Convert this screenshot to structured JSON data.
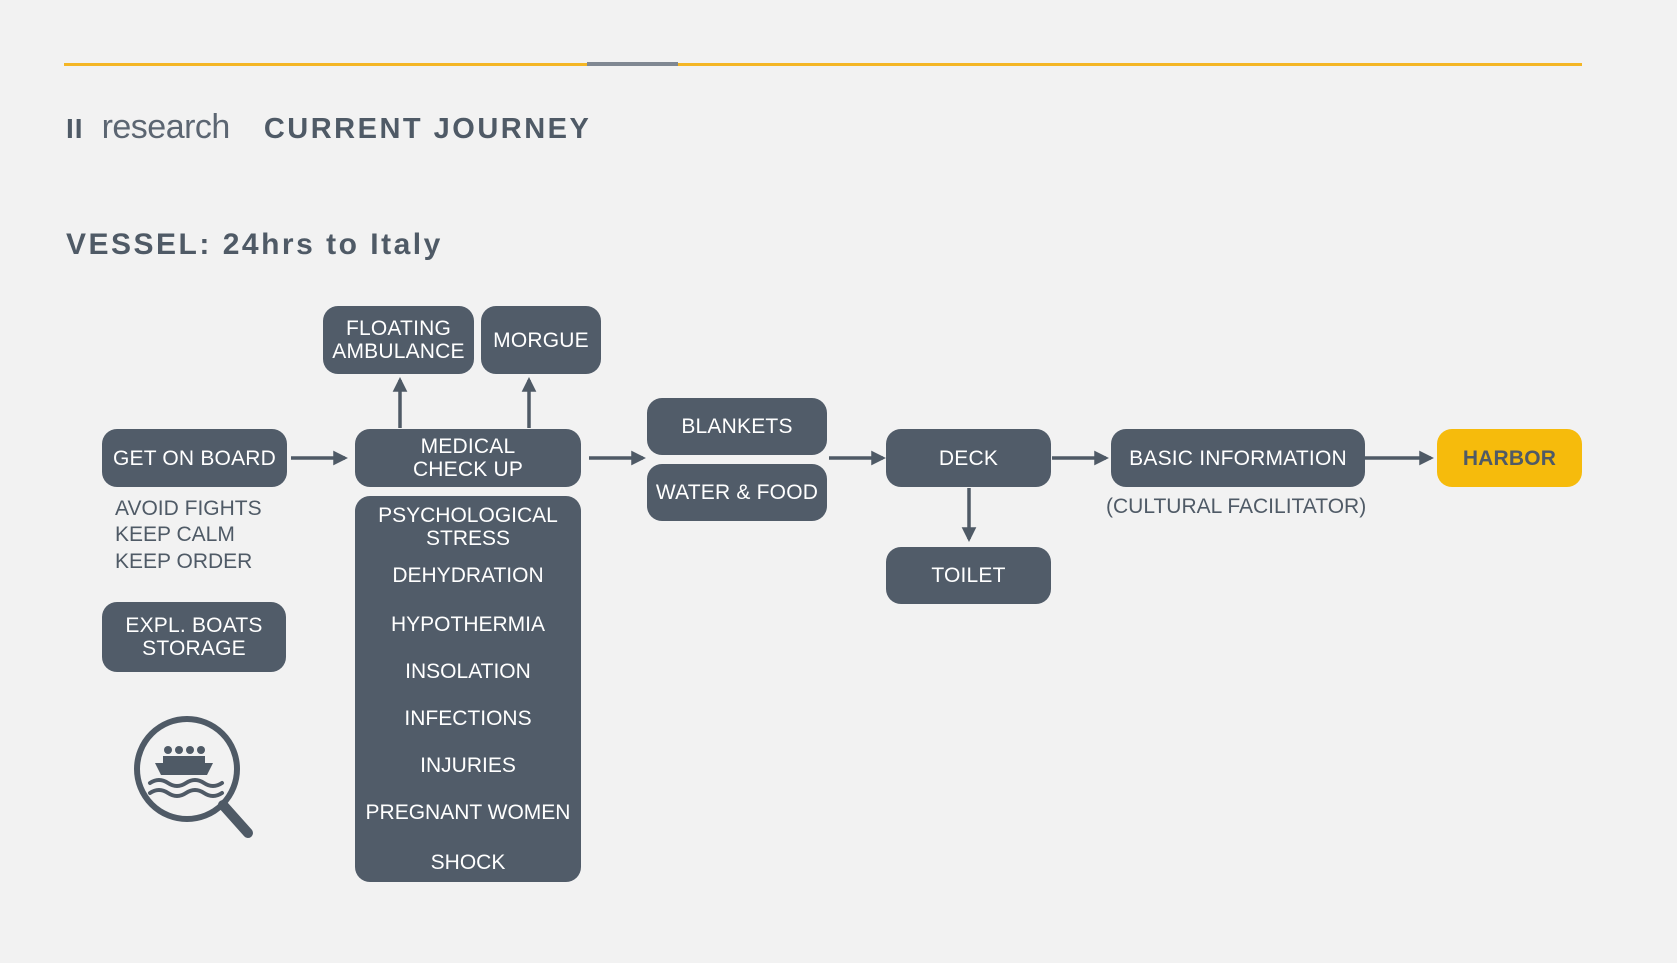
{
  "header": {
    "section_number": "II",
    "section_name": "research",
    "title": "CURRENT JOURNEY"
  },
  "subtitle": "VESSEL: 24hrs to Italy",
  "diagram": {
    "get_on_board": "GET ON BOARD",
    "get_on_board_notes": [
      "AVOID FIGHTS",
      "KEEP CALM",
      "KEEP ORDER"
    ],
    "expl_boats_storage": "EXPL. BOATS\nSTORAGE",
    "medical_check_up": "MEDICAL\nCHECK UP",
    "floating_ambulance": "FLOATING\nAMBULANCE",
    "morgue": "MORGUE",
    "symptoms": [
      "PSYCHOLOGICAL\nSTRESS",
      "DEHYDRATION",
      "HYPOTHERMIA",
      "INSOLATION",
      "INFECTIONS",
      "INJURIES",
      "PREGNANT WOMEN",
      "SHOCK"
    ],
    "blankets": "BLANKETS",
    "water_food": "WATER & FOOD",
    "deck": "DECK",
    "toilet": "TOILET",
    "basic_information": "BASIC INFORMATION",
    "cultural_facilitator": "(CULTURAL FACILITATOR)",
    "harbor": "HARBOR"
  },
  "colors": {
    "box": "#515c69",
    "accent": "#f6bb0c",
    "line": "#f4b625",
    "background": "#f2f2f2"
  },
  "icons": {
    "rescue": "magnifier-boat-people-icon"
  }
}
